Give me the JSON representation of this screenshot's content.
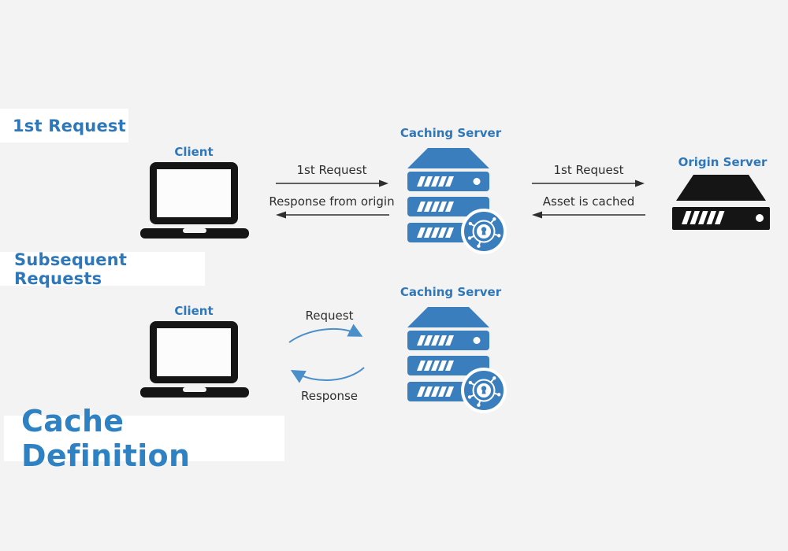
{
  "title": "Cache Definition",
  "sections": {
    "first_request": "1st Request",
    "subsequent_requests": "Subsequent Requests"
  },
  "row1": {
    "client_label": "Client",
    "caching_server_label": "Caching Server",
    "origin_server_label": "Origin Server",
    "client_to_cache_label": "1st Request",
    "cache_to_client_label": "Response from origin",
    "cache_to_origin_label": "1st Request",
    "origin_to_cache_label": "Asset is cached"
  },
  "row2": {
    "client_label": "Client",
    "caching_server_label": "Caching Server",
    "request_label": "Request",
    "response_label": "Response"
  },
  "colors": {
    "background": "#f4f3f3",
    "panel_white": "#ffffff",
    "heading_blue": "#2e77b8",
    "title_blue": "#2e82c4",
    "icon_blue": "#3a7ebd",
    "device_black": "#151515",
    "arrow_dark": "#2e2e2e",
    "curve_blue": "#4b8fca"
  },
  "icons": {
    "client": "laptop-icon",
    "caching_server": "server-stack-with-security-badge-icon",
    "origin_server": "server-icon"
  }
}
